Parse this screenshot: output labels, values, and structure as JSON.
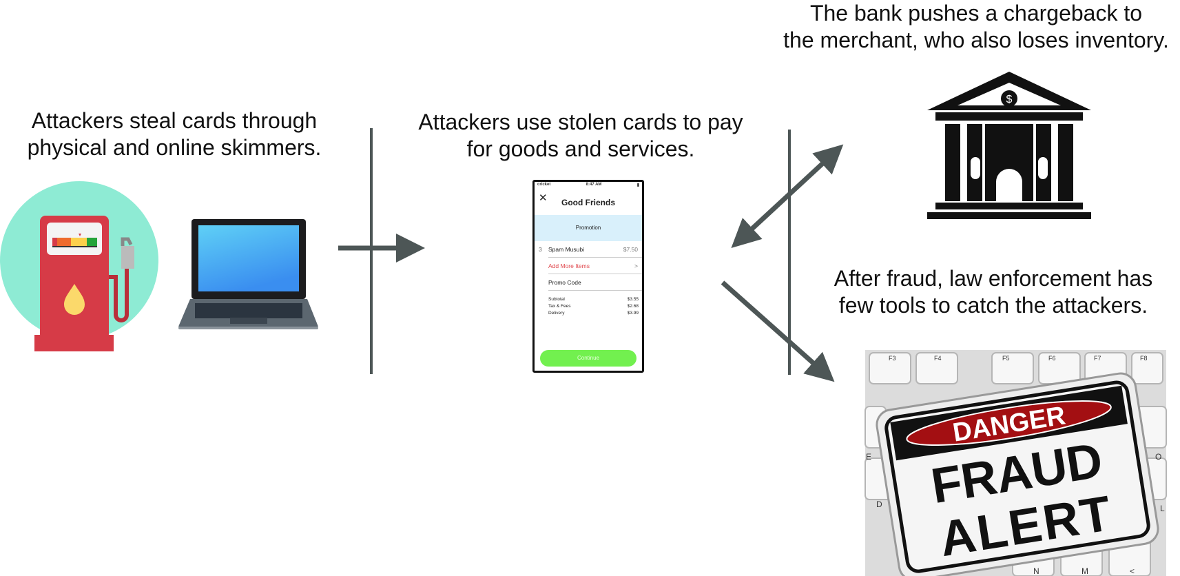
{
  "captions": {
    "steal": [
      "Attackers steal cards through",
      "physical and online skimmers."
    ],
    "use": [
      "Attackers use stolen cards to pay",
      "for goods and services."
    ],
    "bank": [
      "The bank pushes a chargeback to",
      "the merchant, who also loses inventory."
    ],
    "law": [
      "After fraud, law enforcement has",
      "few tools to catch the attackers."
    ]
  },
  "phone": {
    "carrier": "cricket",
    "time": "8:47 AM",
    "close_icon": "close-icon",
    "title": "Good Friends",
    "promotion": "Promotion",
    "item": {
      "qty": "3",
      "name": "Spam Musubi",
      "price": "$7.50"
    },
    "add_more": "Add More Items",
    "add_more_chevron": ">",
    "promo_code": "Promo Code",
    "totals": [
      {
        "label": "Subtotal",
        "value": "$3.55"
      },
      {
        "label": "Tax & Fees",
        "value": "$2.68"
      },
      {
        "label": "Delivery",
        "value": "$3.99"
      }
    ],
    "continue": "Continue"
  },
  "fraud_sign": {
    "danger": "DANGER",
    "line1": "FRAUD",
    "line2": "ALERT",
    "keys": [
      "F3",
      "F4",
      "F5",
      "F6",
      "F7",
      "F8",
      "E",
      "O",
      "D",
      "L",
      "N",
      "M",
      "<"
    ]
  },
  "colors": {
    "arrow": "#4d5656",
    "pump": "#d63b47",
    "circle": "#8eebd4",
    "promo_bg": "#d9f0fb",
    "continue": "#72f04f",
    "add_more": "#e0474c",
    "danger": "#a30f12"
  }
}
